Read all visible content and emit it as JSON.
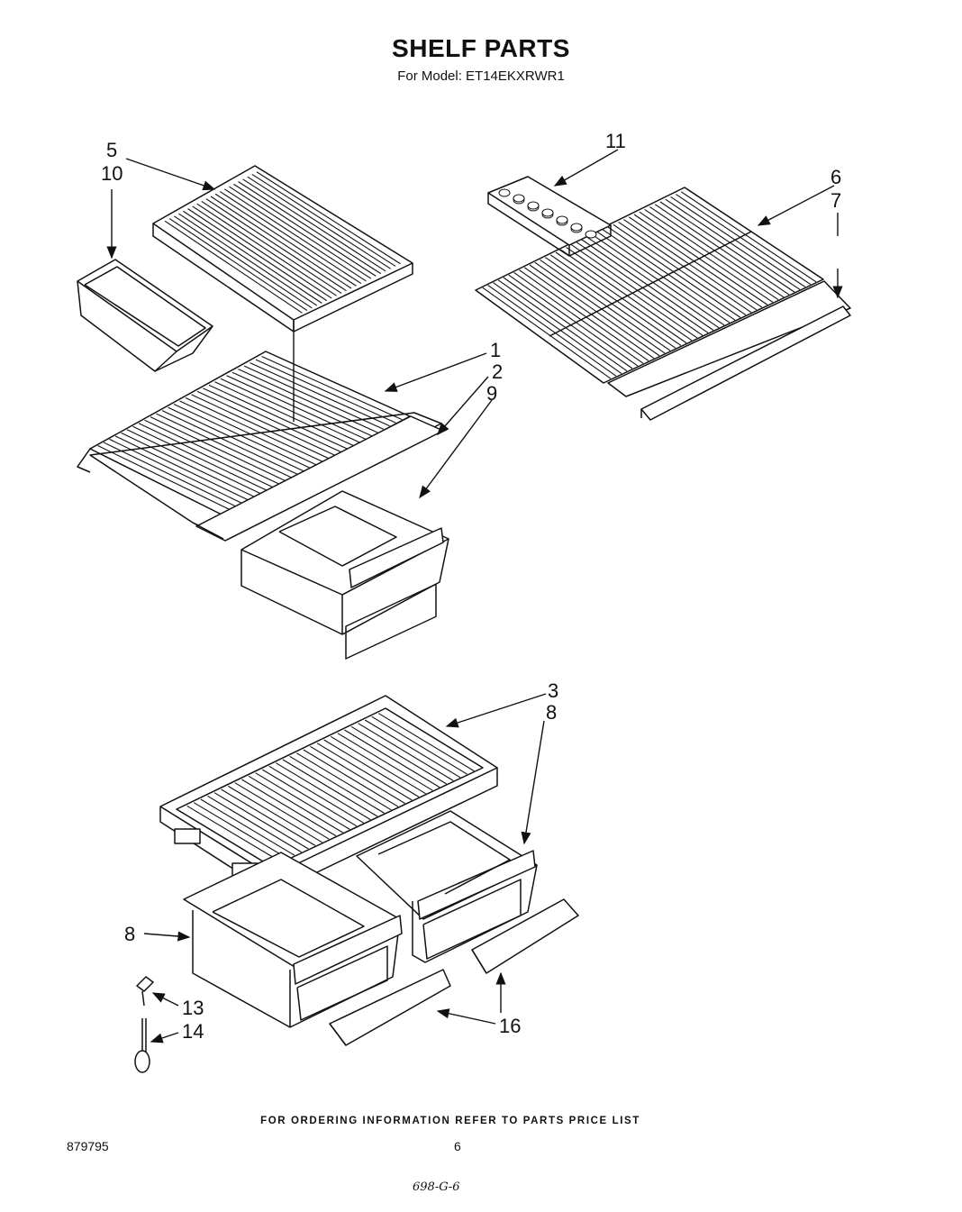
{
  "title": "SHELF PARTS",
  "subtitle": "For Model: ET14EKXRWR1",
  "callouts": {
    "c5": "5",
    "c10": "10",
    "c11": "11",
    "c6": "6",
    "c7": "7",
    "c1": "1",
    "c2": "2",
    "c9": "9",
    "c3": "3",
    "c8a": "8",
    "c8b": "8",
    "c13": "13",
    "c14": "14",
    "c16": "16"
  },
  "footer": {
    "ordering_note": "FOR ORDERING INFORMATION REFER TO PARTS PRICE LIST",
    "doc_number": "879795",
    "page_number": "6",
    "handwritten": "698-G-6"
  }
}
